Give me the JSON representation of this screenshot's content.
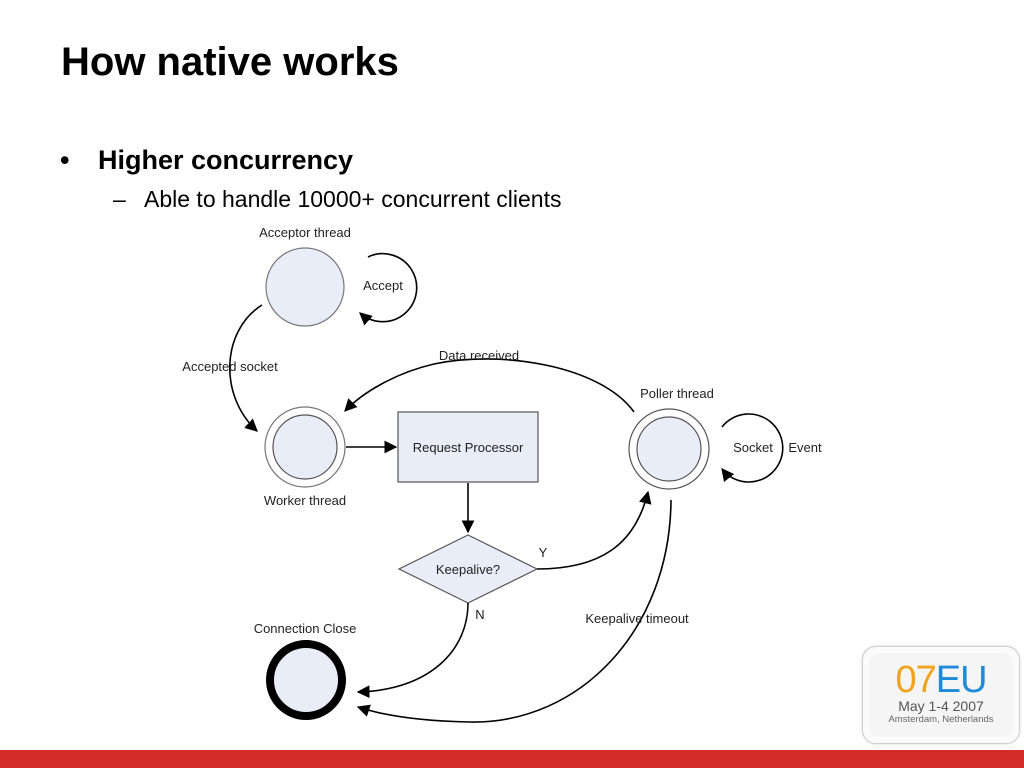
{
  "slide": {
    "title": "How native works",
    "bullet": "Higher concurrency",
    "sub_bullet": "Able to handle 10000+ concurrent clients"
  },
  "diagram": {
    "acceptor_label": "Acceptor thread",
    "accept_loop_label": "Accept",
    "accepted_socket_label": "Accepted socket",
    "data_received_label": "Data received",
    "poller_label": "Poller thread",
    "socket_event_label_1": "Socket",
    "socket_event_label_2": "Event",
    "request_processor_label": "Request Processor",
    "worker_label": "Worker thread",
    "keepalive_label": "Keepalive?",
    "yes_label": "Y",
    "no_label": "N",
    "keepalive_timeout_label": "Keepalive timeout",
    "connection_close_label": "Connection Close"
  },
  "logo": {
    "mark_a": "07",
    "mark_b": "EU",
    "date": "May 1-4 2007",
    "place": "Amsterdam, Netherlands"
  },
  "colors": {
    "node_fill": "#e8edf7",
    "footer": "#d42b2b"
  }
}
